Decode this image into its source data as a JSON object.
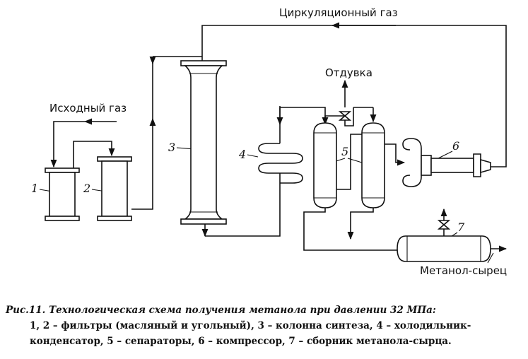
{
  "labels": {
    "circulating_gas": "Циркуляционный газ",
    "purge": "Отдувка",
    "feed_gas": "Исходный газ",
    "raw_methanol": "Метанол-сырец"
  },
  "numbers": {
    "n1": "1",
    "n2": "2",
    "n3": "3",
    "n4": "4",
    "n5": "5",
    "n6": "6",
    "n7": "7"
  },
  "caption": {
    "title": "Рис.11. Технологическая схема получения метанола при давлении 32 МПа:",
    "legend": "1, 2 – фильтры (масляный и угольный), 3 – колонна синтеза, 4 – холодильник-конденсатор, 5 – сепараторы, 6 – компрессор, 7 – сборник метанола-сырца."
  }
}
